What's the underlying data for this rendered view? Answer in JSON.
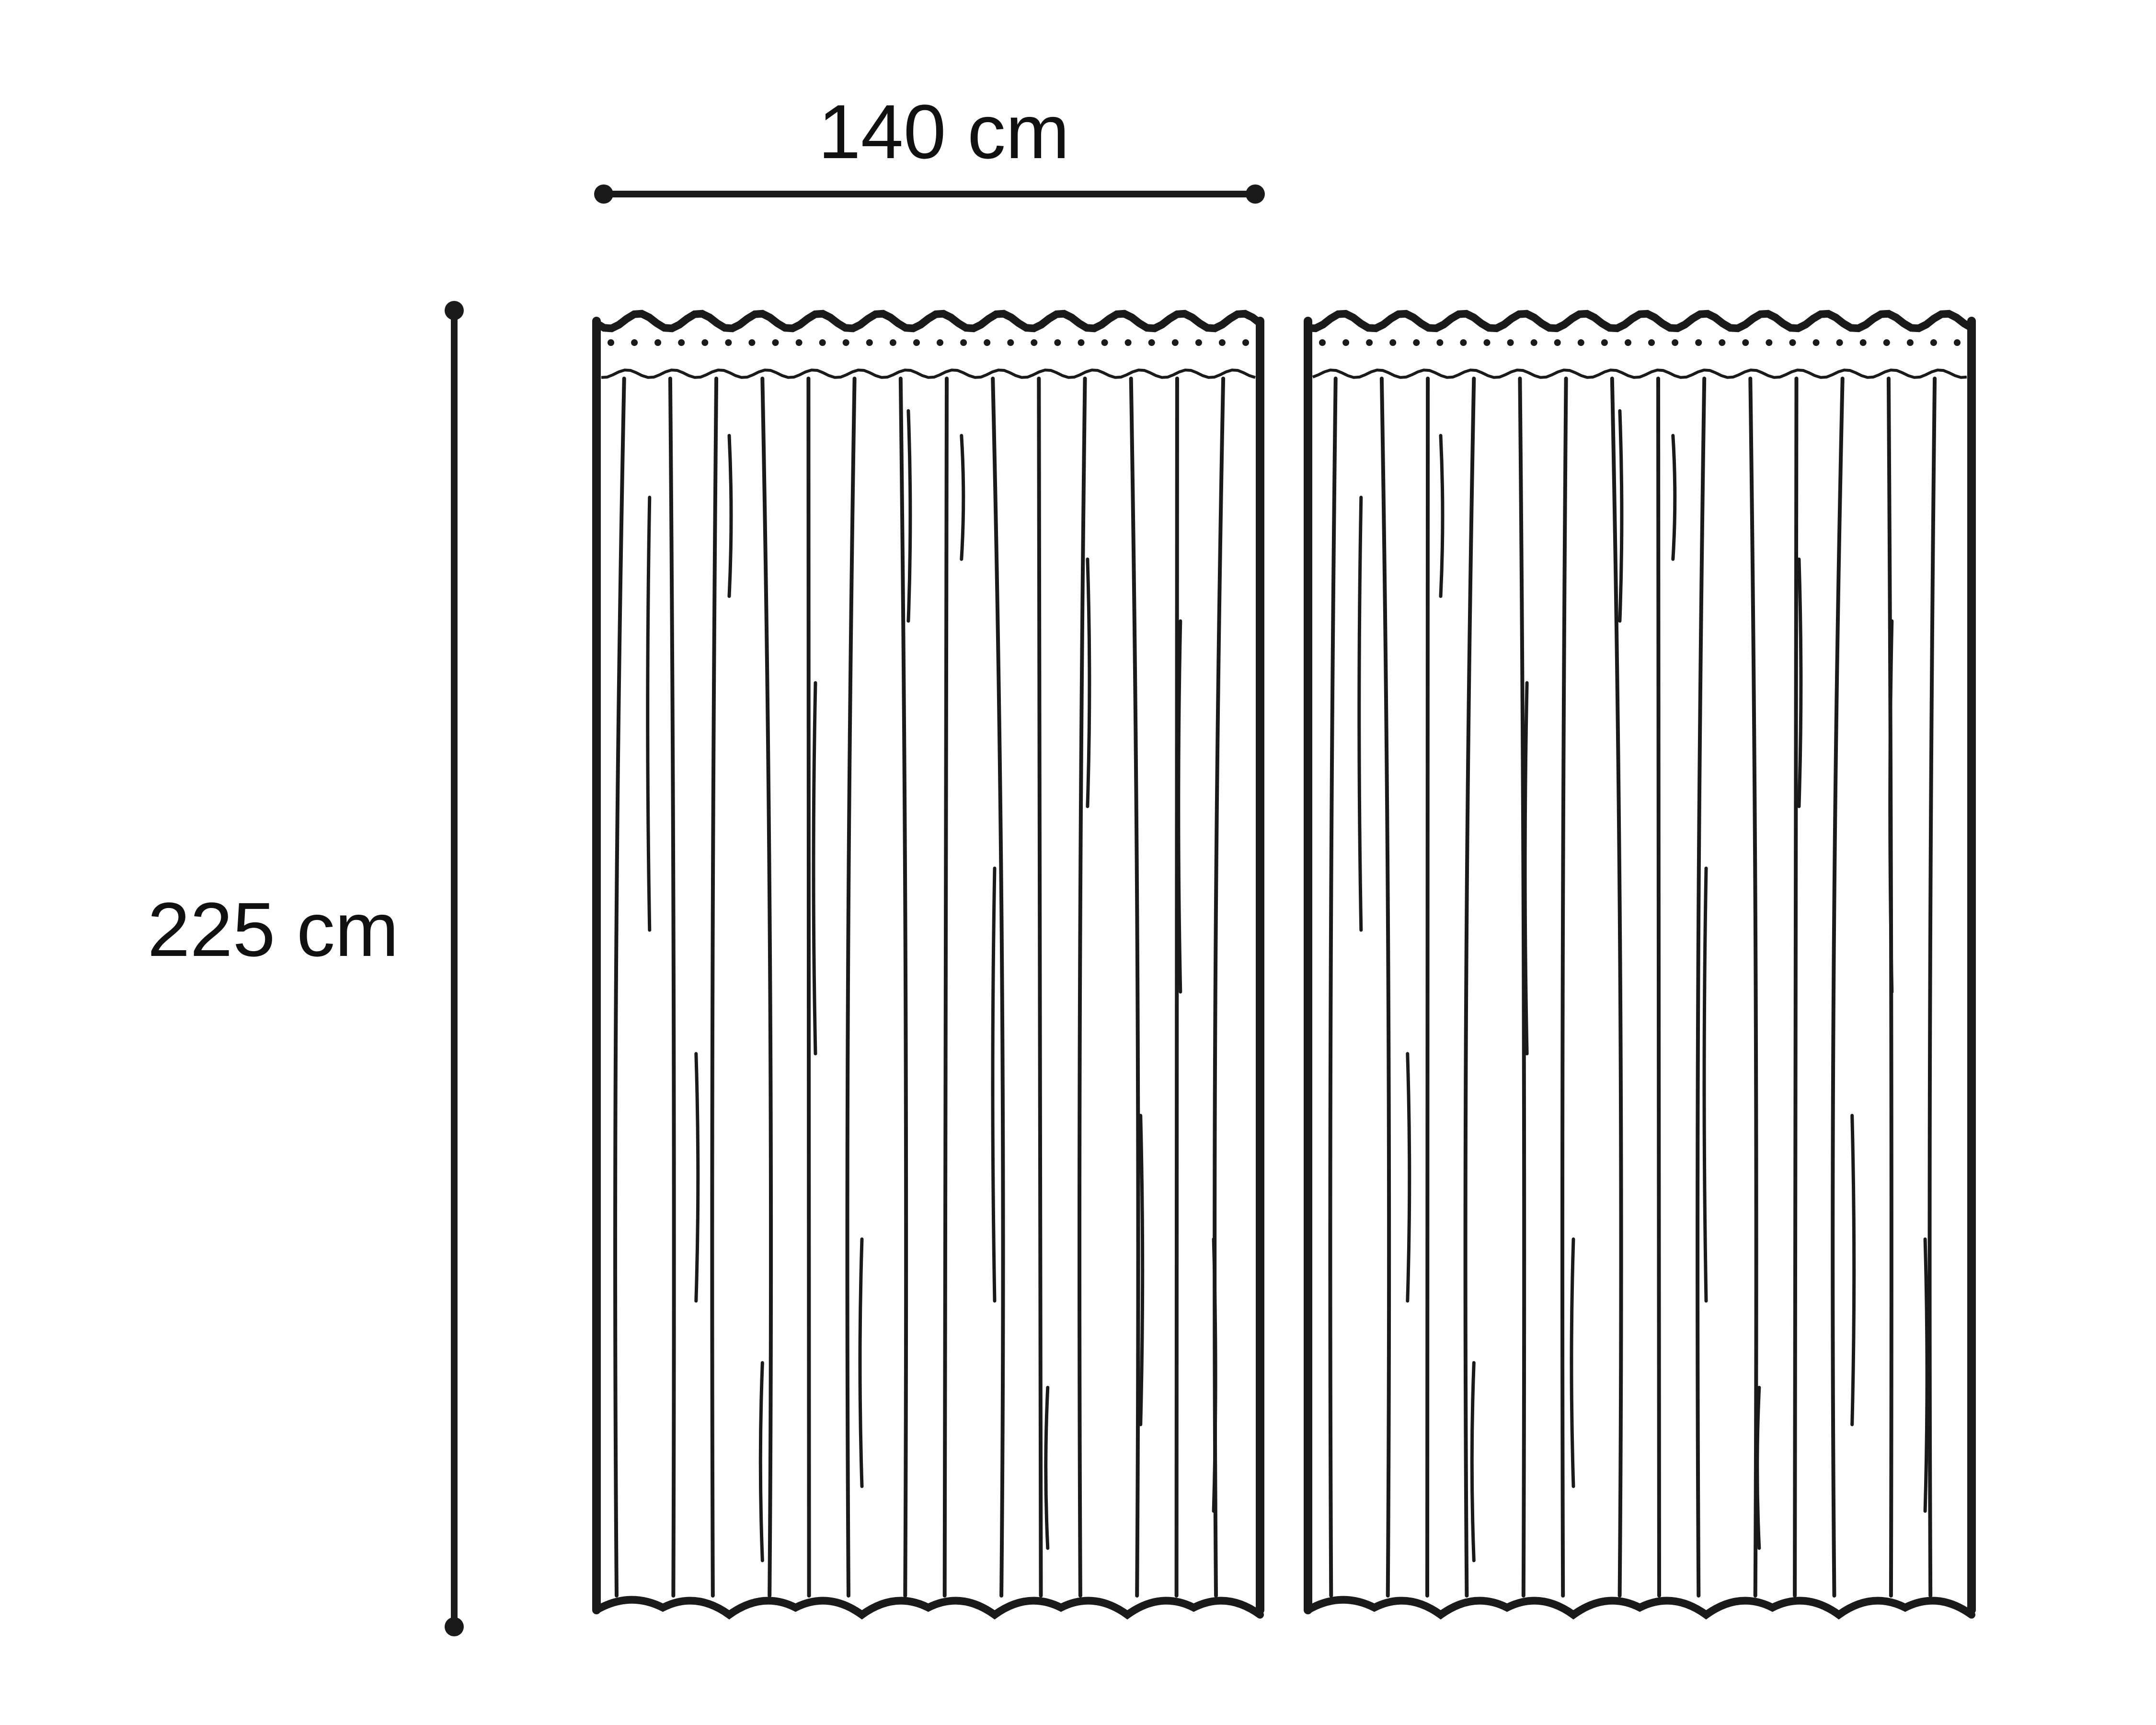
{
  "dimensions": {
    "width_label": "140 cm",
    "height_label": "225 cm"
  },
  "panels": {
    "count": 2
  },
  "colors": {
    "line": "#1a1a1a",
    "background": "#ffffff"
  }
}
